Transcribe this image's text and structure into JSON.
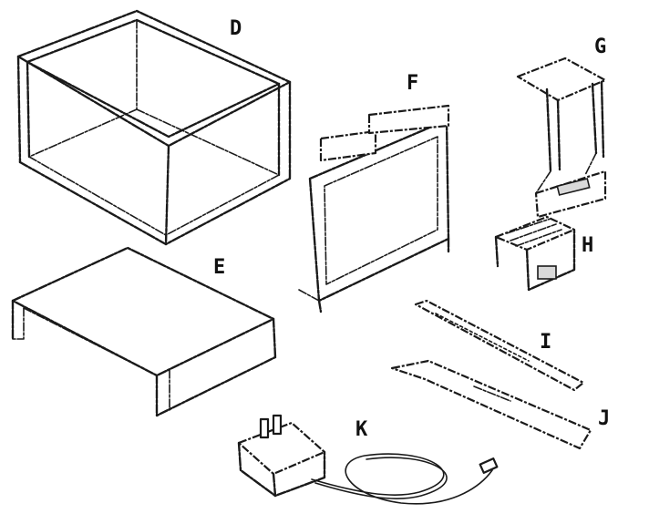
{
  "parts": [
    {
      "id": "D",
      "label": "D",
      "component": "tank-box"
    },
    {
      "id": "E",
      "label": "E",
      "component": "base-stand"
    },
    {
      "id": "F",
      "label": "F",
      "component": "electrode-frame"
    },
    {
      "id": "G",
      "label": "G",
      "component": "casting-stand"
    },
    {
      "id": "H",
      "label": "H",
      "component": "comb-holder"
    },
    {
      "id": "I",
      "label": "I",
      "component": "comb-strip"
    },
    {
      "id": "J",
      "label": "J",
      "component": "spatula-tool"
    },
    {
      "id": "K",
      "label": "K",
      "component": "power-adapter"
    }
  ]
}
